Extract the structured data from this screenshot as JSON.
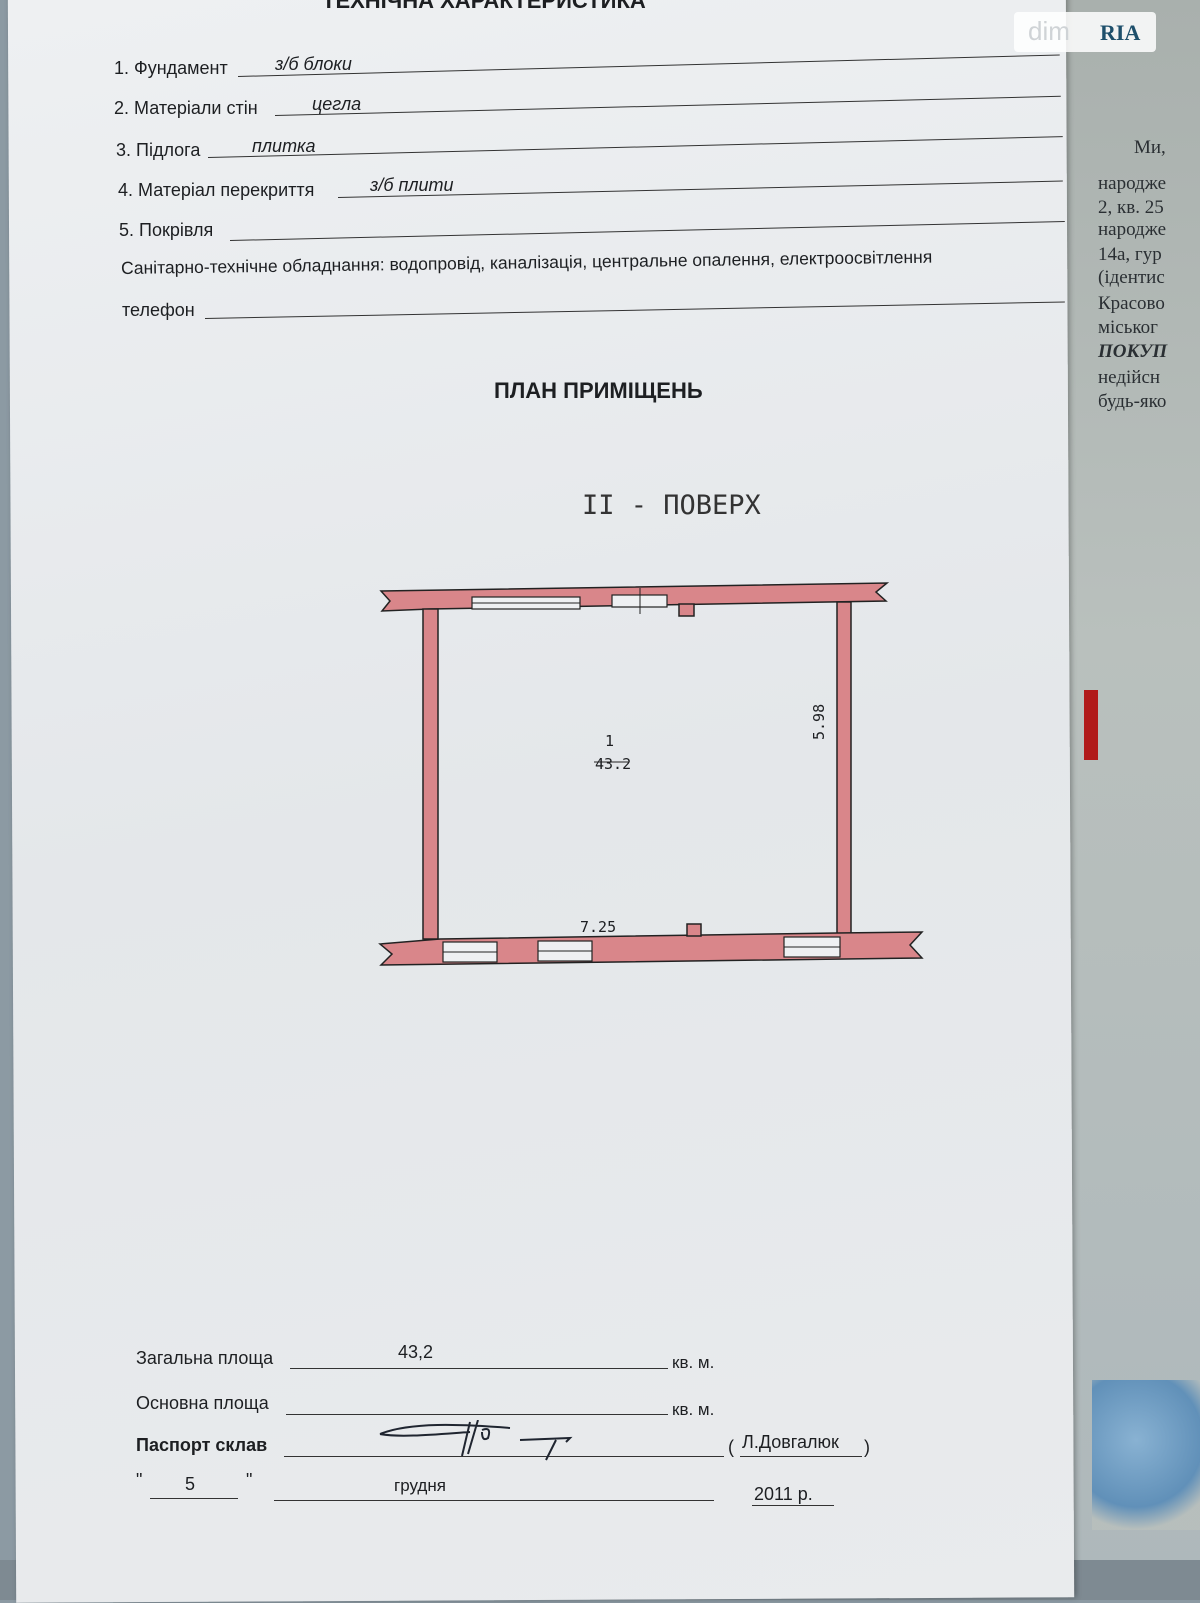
{
  "document": {
    "header_title": "ТЕХНІЧНА ХАРАКТЕРИСТИКА",
    "fields": [
      {
        "label": "1. Фундамент",
        "value": "з/б блоки"
      },
      {
        "label": "2. Матеріали стін",
        "value": "цегла"
      },
      {
        "label": "3. Підлога",
        "value": "плитка"
      },
      {
        "label": "4. Матеріал перекриття",
        "value": "з/б плити"
      },
      {
        "label": "5. Покрівля",
        "value": ""
      }
    ],
    "sanitary": "Санітарно-технічне обладнання: водопровід, каналізація, центральне опалення, електроосвітлення",
    "phone_label": "телефон",
    "plan_title": "ПЛАН ПРИМІЩЕНЬ",
    "floor_label": "II - ПОВЕРХ",
    "plan": {
      "room_number": "1",
      "room_area": "43.2",
      "width_dim": "7.25",
      "height_dim": "5.98",
      "wall_color": "#d9868a"
    },
    "total_area_label": "Загальна площа",
    "total_area_value": "43,2",
    "main_area_label": "Основна площа",
    "unit": "кв. м.",
    "compiled_by_label": "Паспорт склав",
    "compiled_by_name": "Л.Довгалюк",
    "date_day": "5",
    "date_month": "грудня",
    "date_year": "2011 р."
  },
  "watermark": {
    "text_left": "dim",
    "text_right": "RIA"
  },
  "side_document": {
    "lines": [
      "Ми,",
      "народже",
      "2, кв. 25",
      "народже",
      "14а, гур",
      "(ідентис",
      "Красово",
      "міськог",
      "ПОКУП",
      "недійсн",
      "будь-яко"
    ]
  }
}
